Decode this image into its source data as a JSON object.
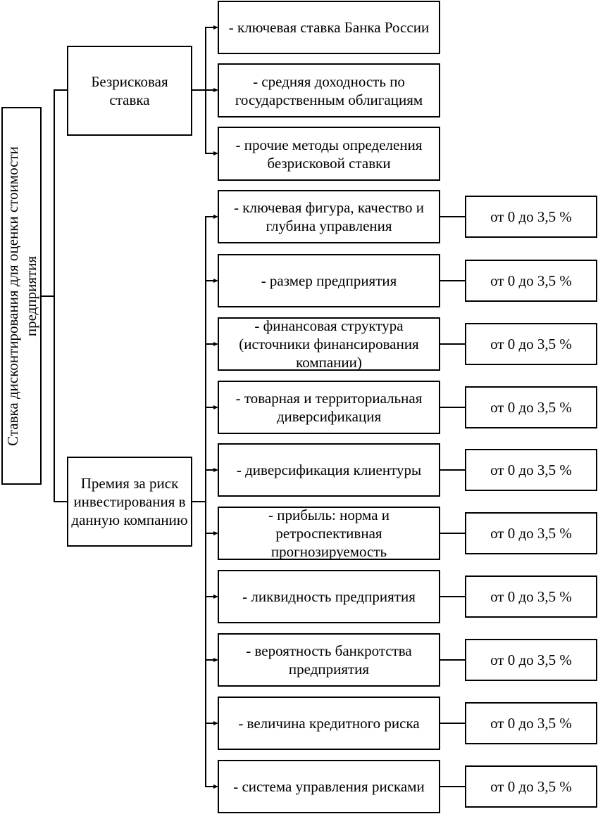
{
  "root": {
    "label": "Ставка дисконтирования для оценки стоимости предприятия"
  },
  "risk_free": {
    "label": "Безрисковая ставка",
    "items": [
      "- ключевая ставка Банка России",
      "- средняя доходность по государственным облигациям",
      "- прочие методы определения безрисковой ставки"
    ]
  },
  "premium": {
    "label": "Премия за риск инвестирования в данную компанию",
    "factors": [
      {
        "label": "- ключевая фигура, качество и глубина управления",
        "range": "от 0 до 3,5 %"
      },
      {
        "label": "- размер предприятия",
        "range": "от 0 до 3,5 %"
      },
      {
        "label": "- финансовая структура (источники финансирования компании)",
        "range": "от 0 до 3,5 %"
      },
      {
        "label": "- товарная и территориальная диверсификация",
        "range": "от 0 до 3,5 %"
      },
      {
        "label": "- диверсификация клиентуры",
        "range": "от 0 до 3,5 %"
      },
      {
        "label": "- прибыль: норма и ретроспективная прогнозируемость",
        "range": "от 0 до 3,5 %"
      },
      {
        "label": "- ликвидность предприятия",
        "range": "от 0 до 3,5 %"
      },
      {
        "label": "- вероятность банкротства предприятия",
        "range": "от 0 до 3,5 %"
      },
      {
        "label": "- величина кредитного риска",
        "range": "от 0 до 3,5 %"
      },
      {
        "label": "- система управления рисками",
        "range": "от 0 до 3,5 %"
      }
    ]
  }
}
